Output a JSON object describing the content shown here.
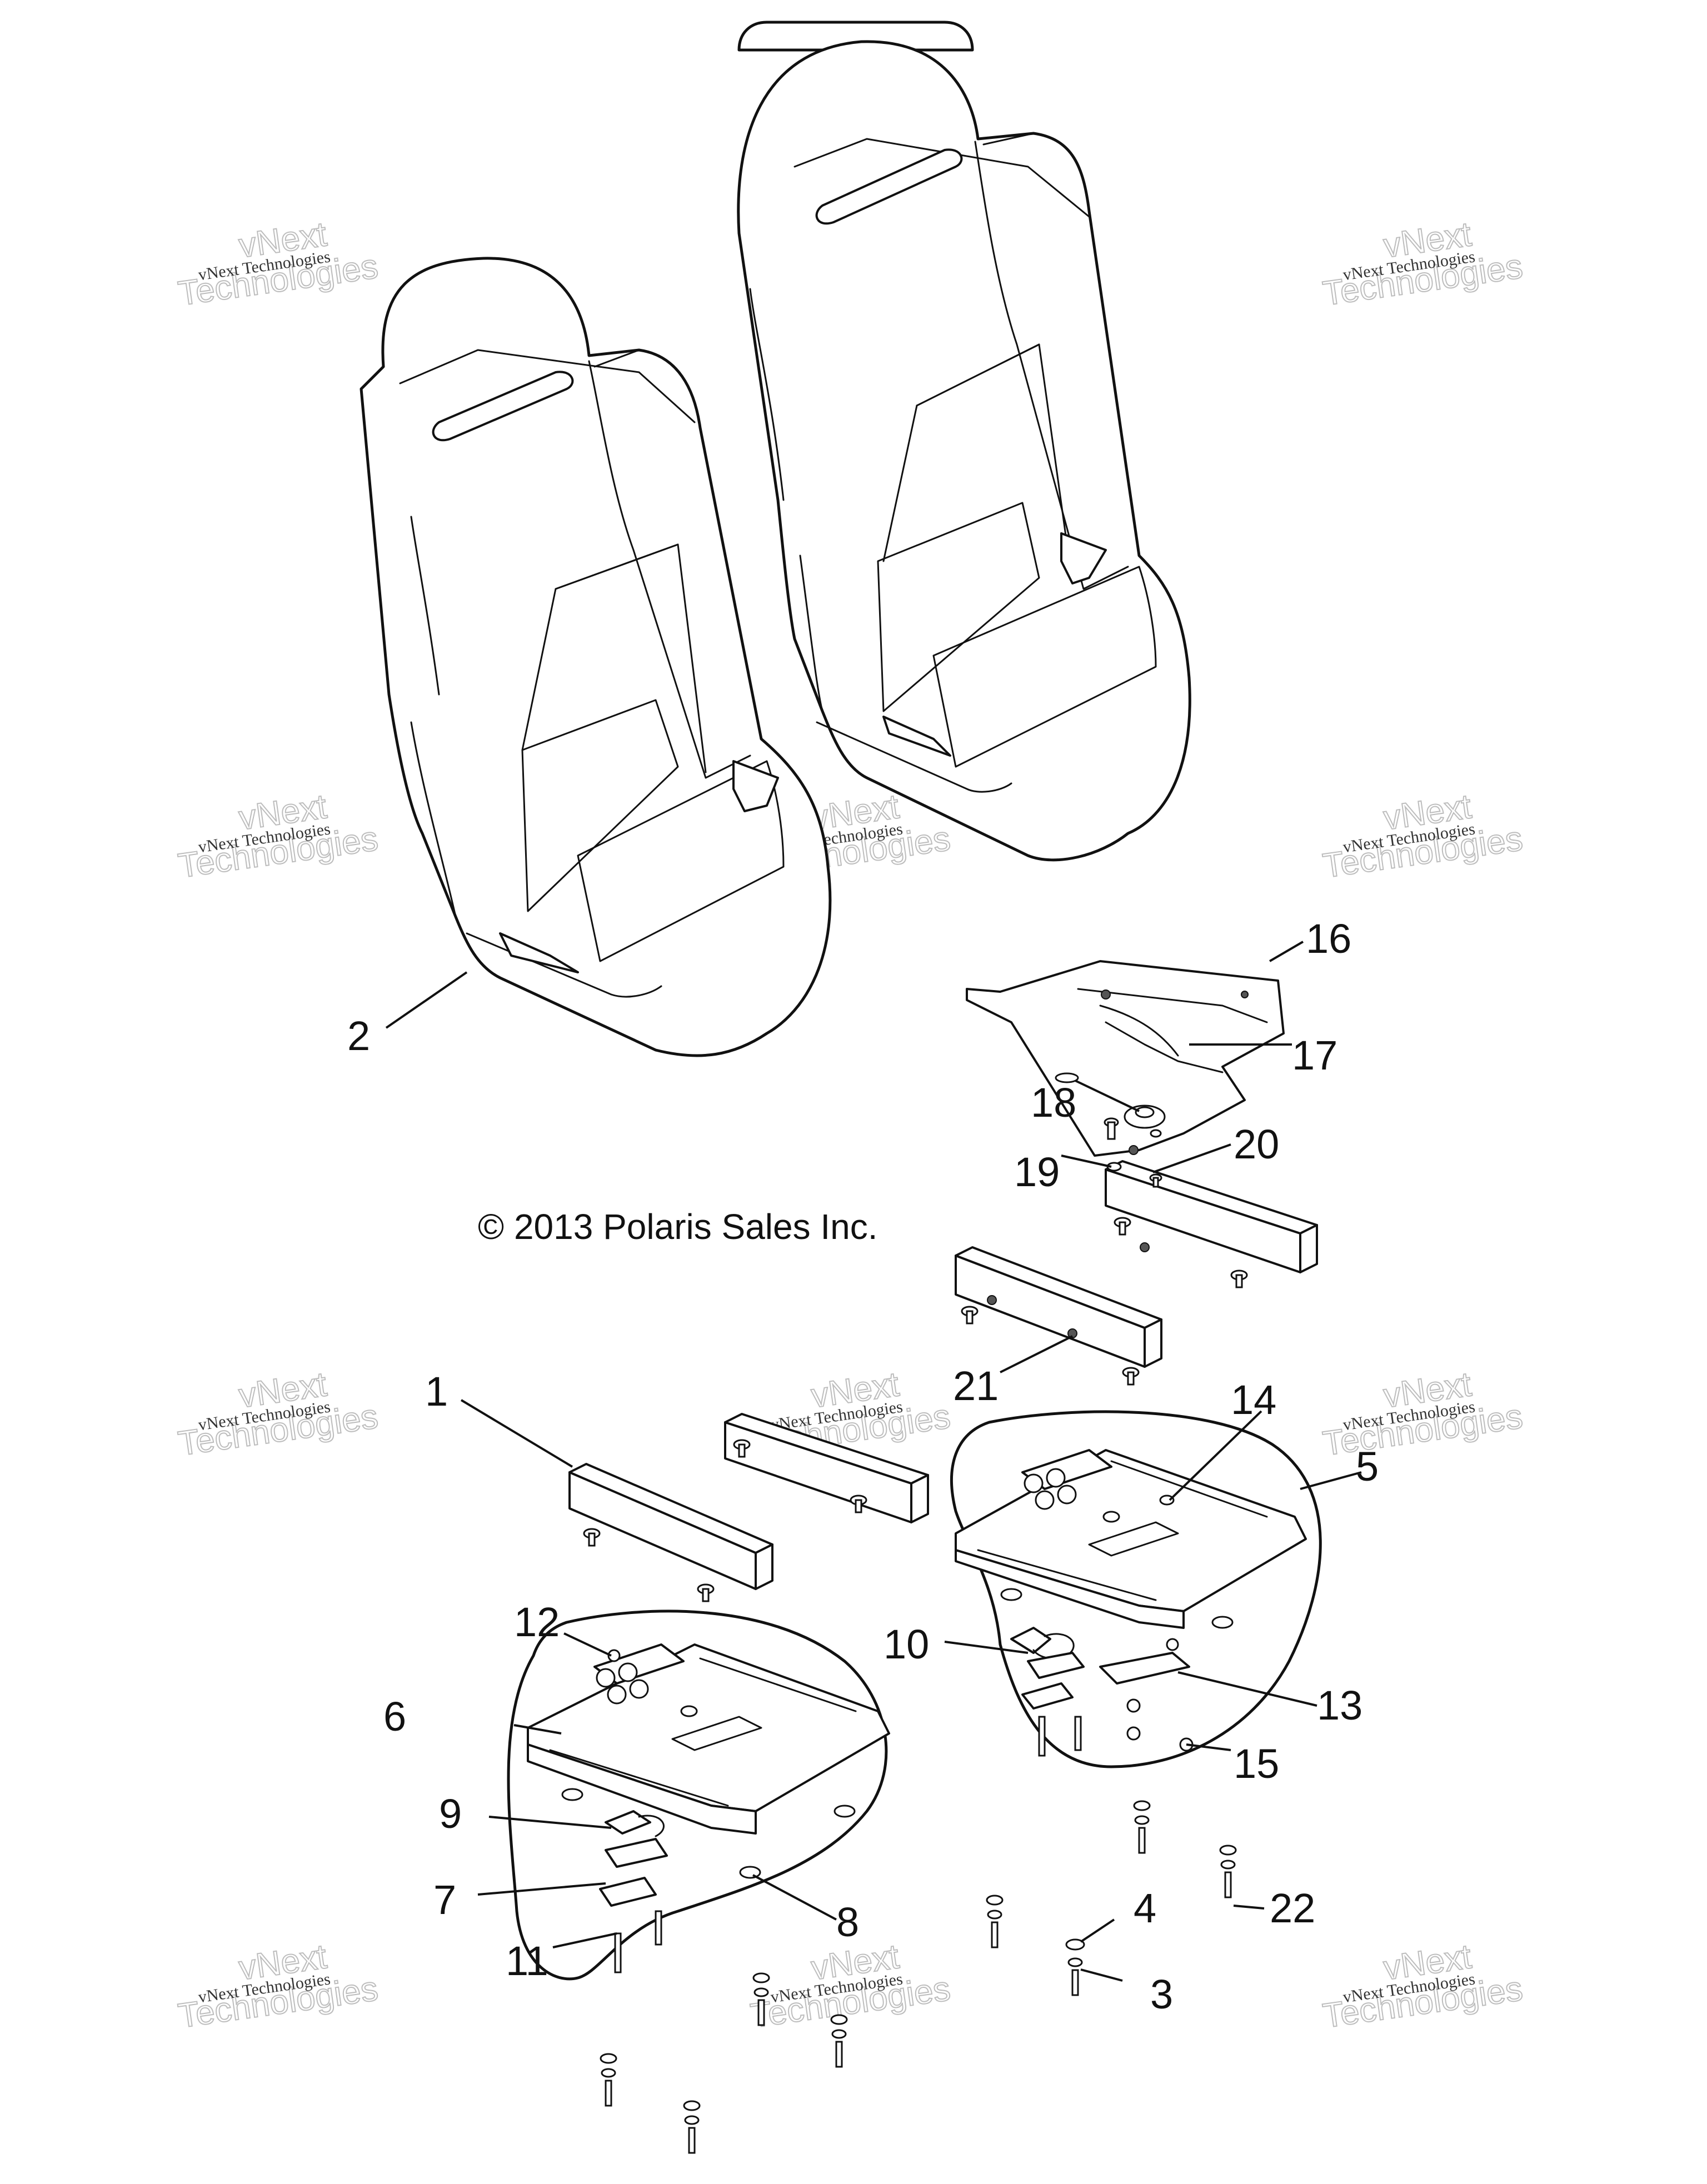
{
  "copyright": "© 2013 Polaris Sales Inc.",
  "watermark": {
    "line1": "vNext",
    "line2": "Technologies",
    "small": "vNext Technologies"
  },
  "callouts": {
    "c1": "1",
    "c2": "2",
    "c3": "3",
    "c4": "4",
    "c5": "5",
    "c6": "6",
    "c7": "7",
    "c8": "8",
    "c9": "9",
    "c10": "10",
    "c11": "11",
    "c12": "12",
    "c13": "13",
    "c14": "14",
    "c15": "15",
    "c16": "16",
    "c17": "17",
    "c18": "18",
    "c19": "19",
    "c20": "20",
    "c21": "21",
    "c22": "22"
  }
}
